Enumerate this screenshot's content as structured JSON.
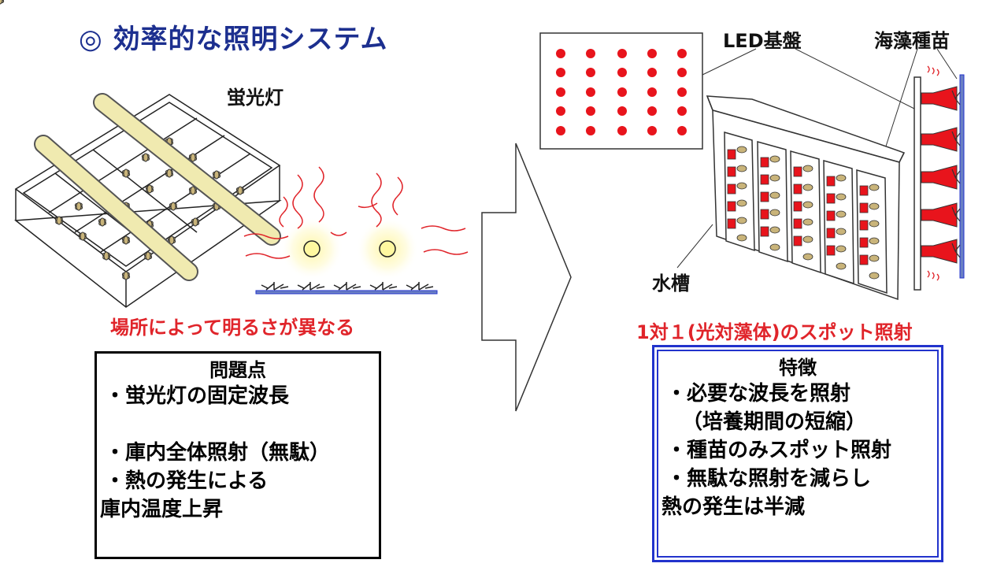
{
  "title": "◎ 効率的な照明システム",
  "labels": {
    "fluorescent": "蛍光灯",
    "led_board": "LED基盤",
    "seaweed_seedling": "海藻種苗",
    "water_tank": "水槽"
  },
  "captions": {
    "left": "場所によって明るさが異なる",
    "right": "1対１(光対藻体)のスポット照射"
  },
  "problems": {
    "heading": "問題点",
    "lines": [
      "・蛍光灯の固定波長",
      "",
      "・庫内全体照射（無駄）",
      "・熱の発生による",
      "庫内温度上昇"
    ]
  },
  "features": {
    "heading": "特徴",
    "lines": [
      "・必要な波長を照射",
      "（培養期間の短縮）",
      "・種苗のみスポット照射",
      "・無駄な照射を減らし",
      "熱の発生は半減"
    ]
  },
  "colors": {
    "title": "#1c2f8f",
    "caption_red": "#e0242a",
    "led_red": "#e8141c",
    "frame_blue": "#2233cc",
    "tube_yellow": "#f0eab0"
  }
}
